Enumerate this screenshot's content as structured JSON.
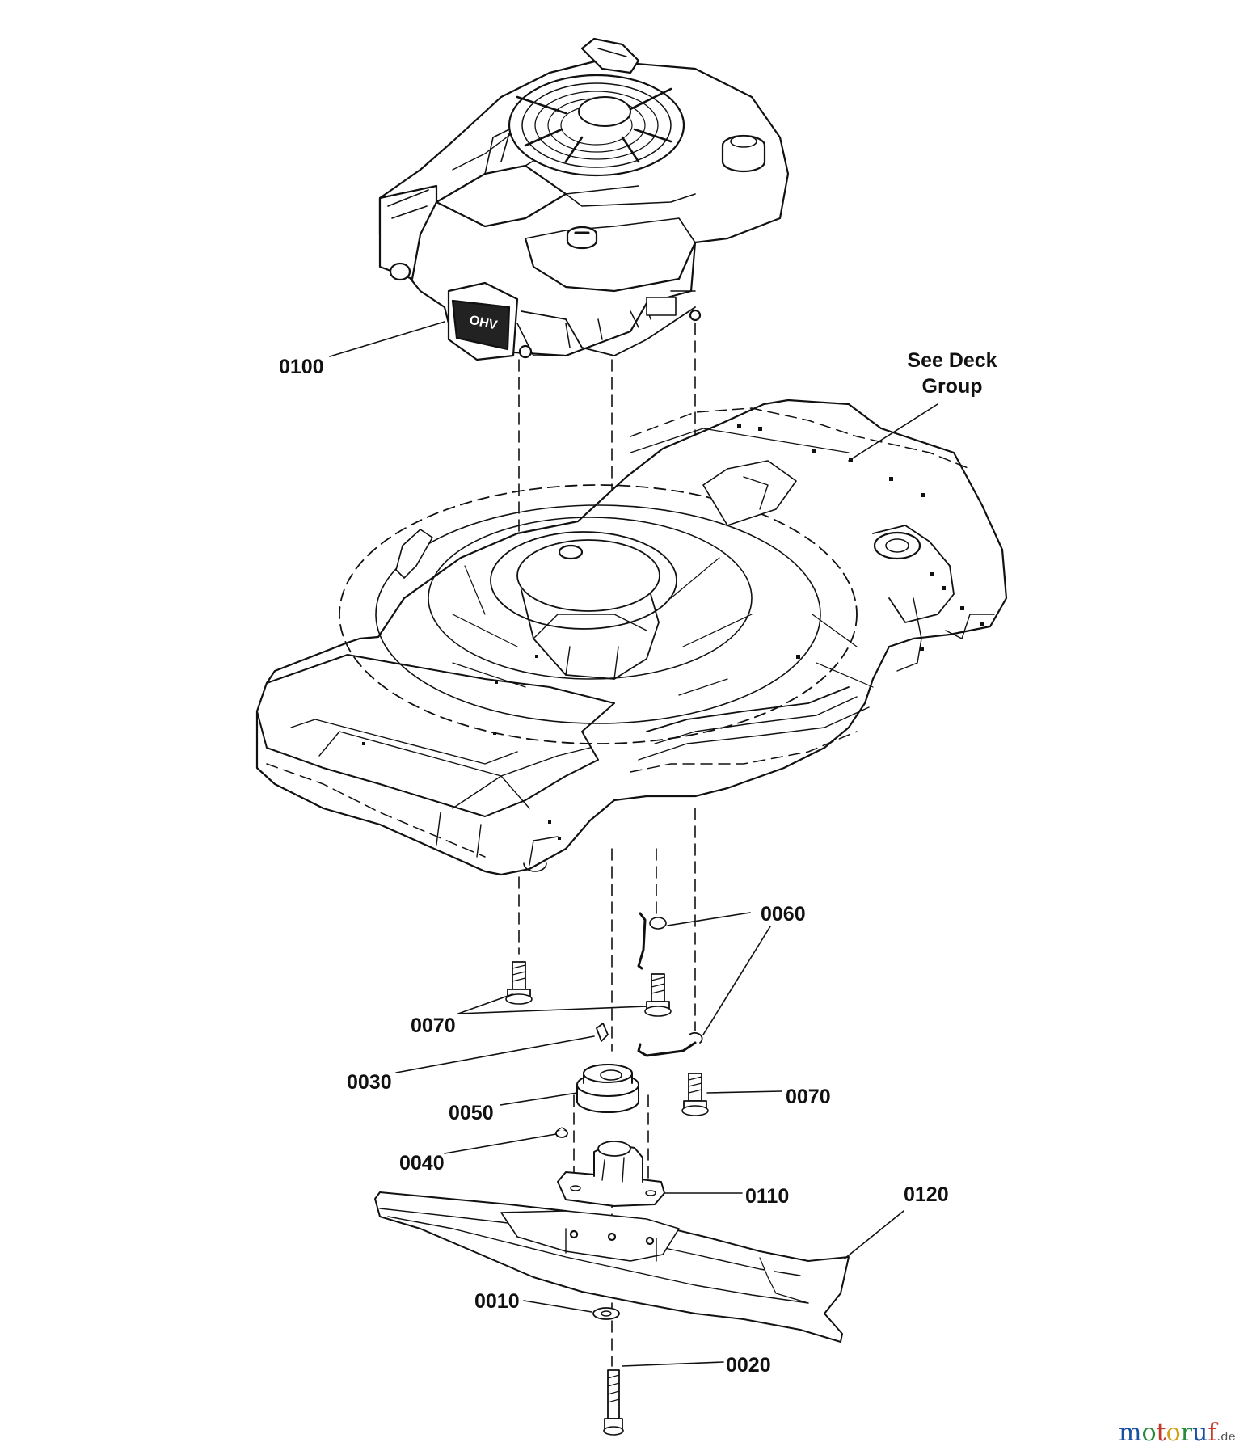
{
  "diagram": {
    "callouts": {
      "c0100": "0100",
      "c0060": "0060",
      "c0070a": "0070",
      "c0070b": "0070",
      "c0030": "0030",
      "c0050": "0050",
      "c0040": "0040",
      "c0110": "0110",
      "c0120": "0120",
      "c0010": "0010",
      "c0020": "0020"
    },
    "deck_note": {
      "line1": "See Deck",
      "line2": "Group"
    },
    "engine_badge": "OHV"
  },
  "watermark": {
    "m": "m",
    "o1": "o",
    "t": "t",
    "o2": "o",
    "r": "r",
    "u": "u",
    "f": "f",
    "tld": ".de",
    "colors": {
      "m": "#1b4fa3",
      "o1": "#2a8a3a",
      "t": "#c0392b",
      "o2": "#d4a017",
      "r": "#2a8a3a",
      "u": "#1b4fa3",
      "f": "#c0392b",
      "tld": "#555555"
    }
  },
  "colors": {
    "line": "#111111",
    "background": "#ffffff"
  }
}
